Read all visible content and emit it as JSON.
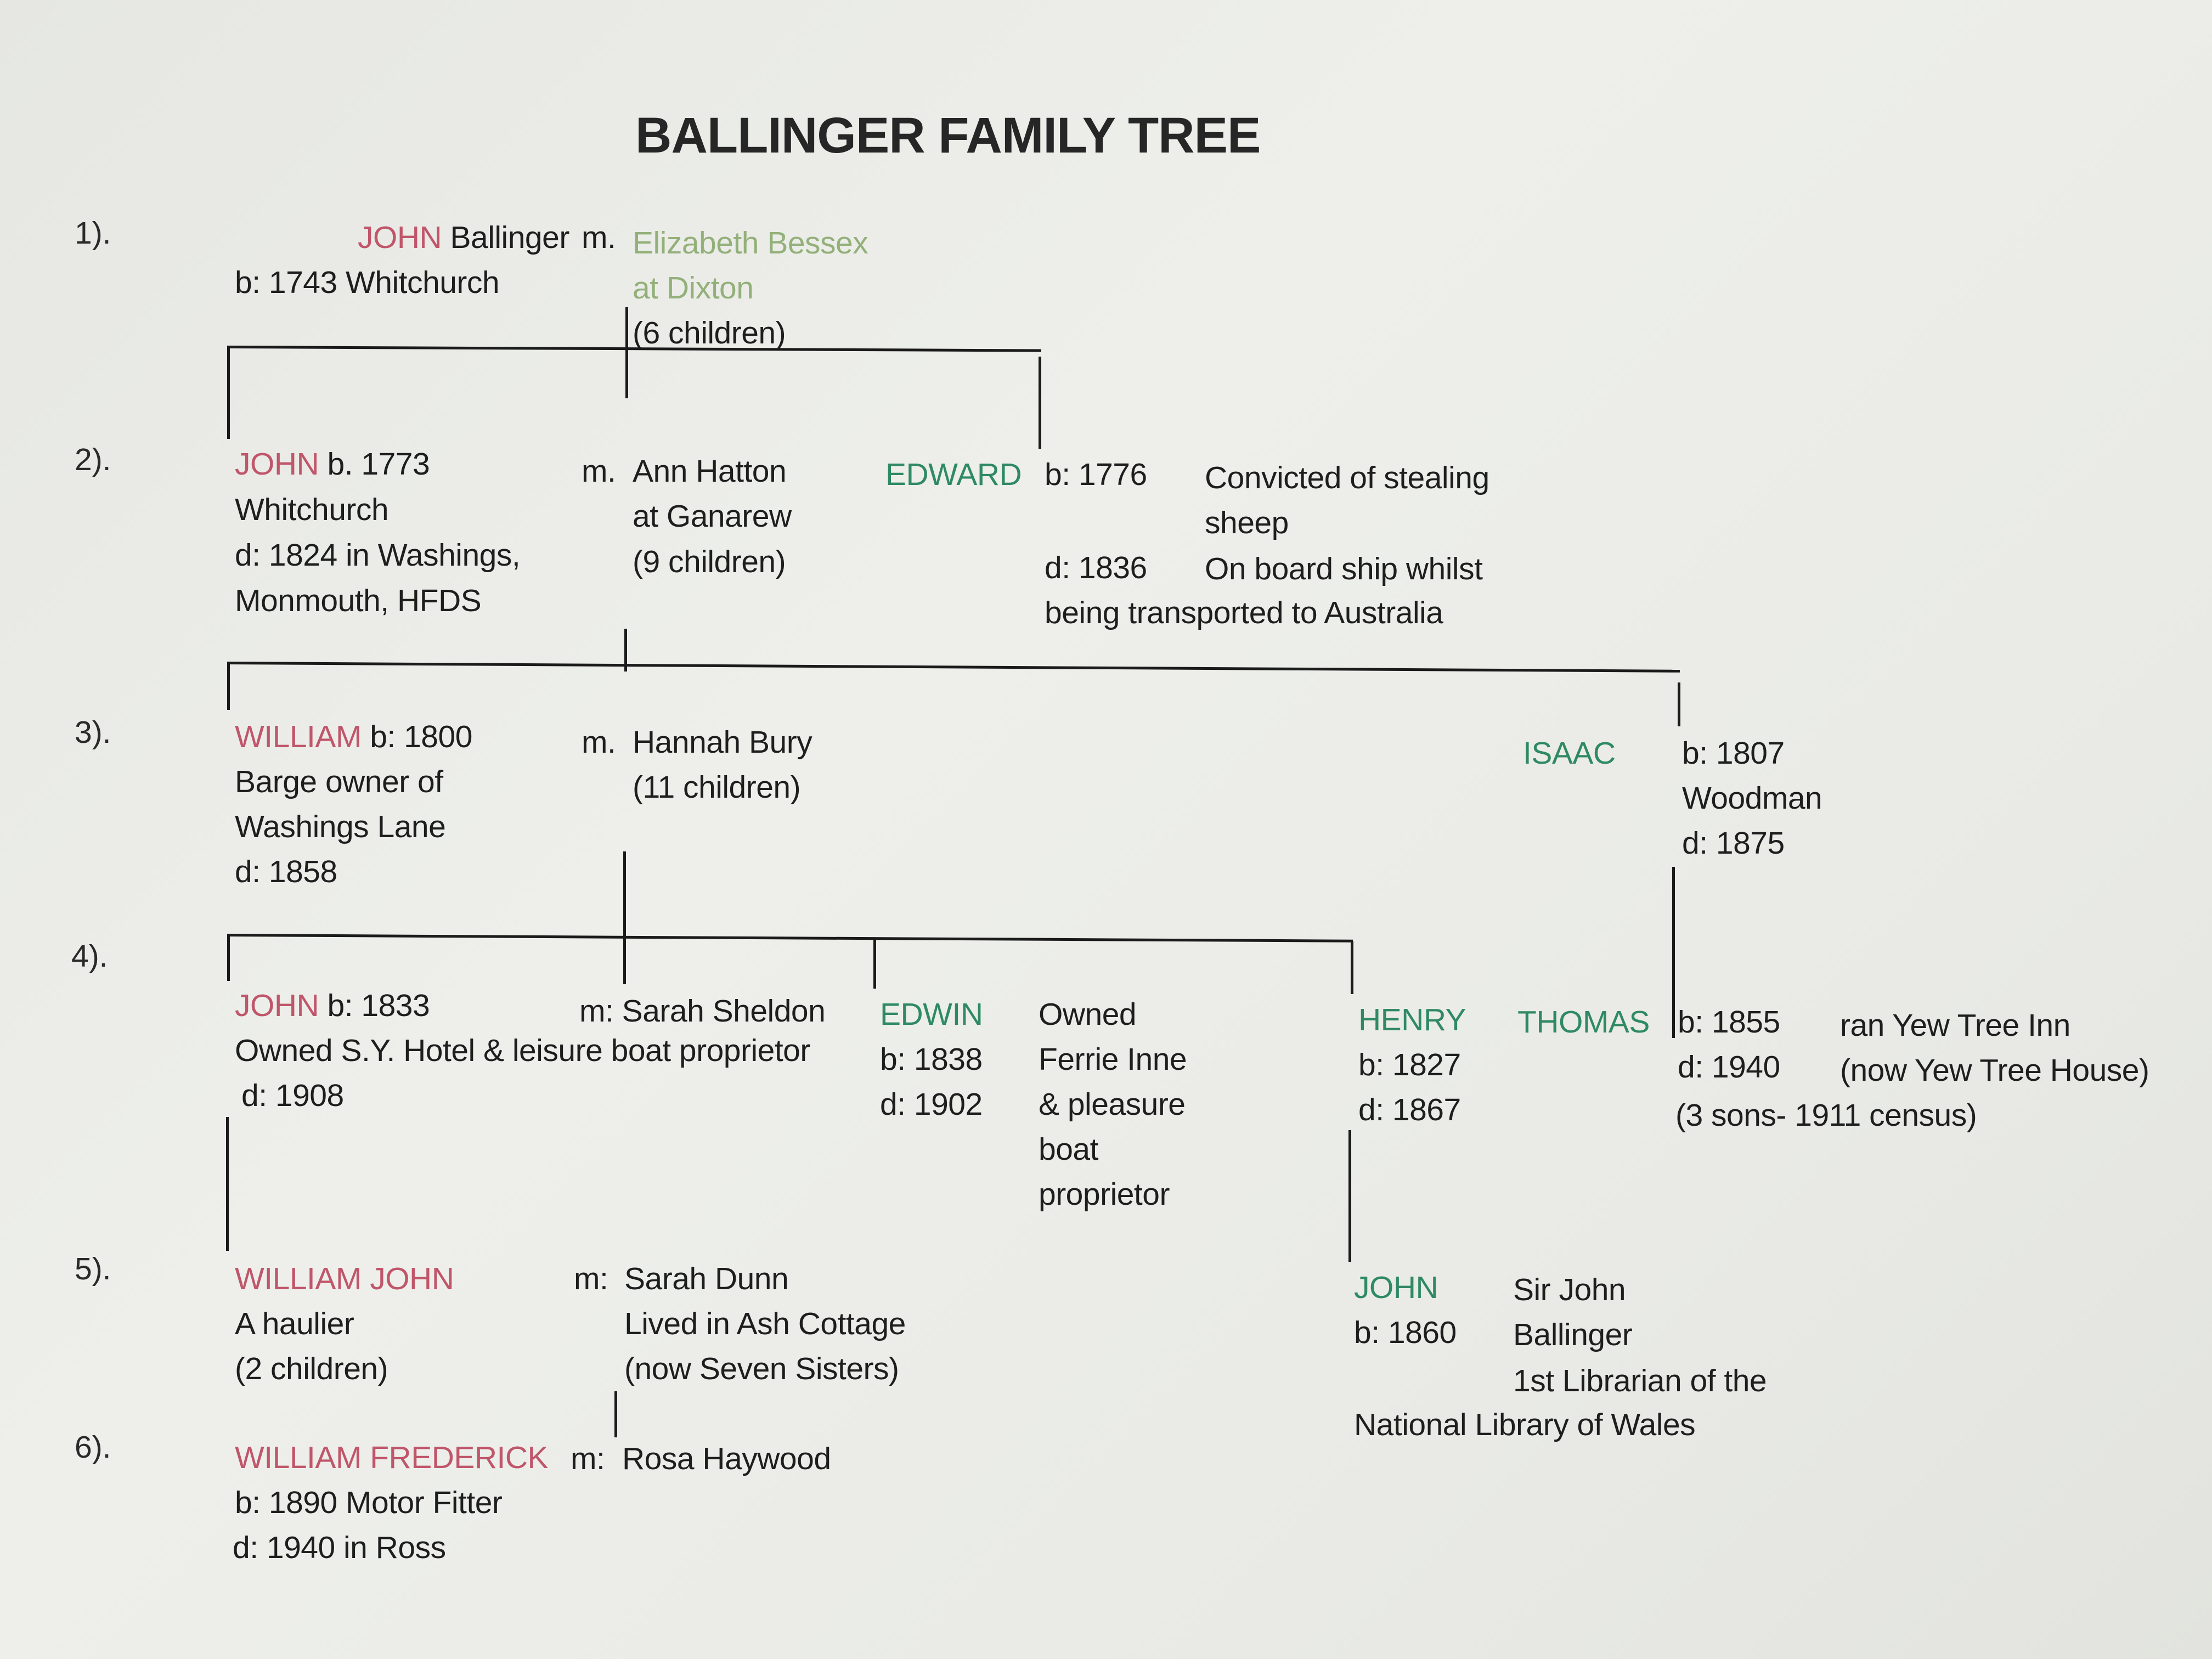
{
  "document": {
    "title": "BALLINGER FAMILY TREE",
    "colors": {
      "direct_line": "#c0566a",
      "sibling": "#2f8a63",
      "spouse_gen1": "#93b07a",
      "text": "#1e1e1e",
      "paper": "#eaebe7"
    },
    "generations": [
      {
        "label": "1).",
        "person": {
          "name": "JOHN",
          "surname": "Ballinger",
          "born": "b: 1743 Whitchurch"
        },
        "marriage": {
          "prefix": "m.",
          "spouse": "Elizabeth Bessex",
          "place": "at Dixton",
          "children": "(6 children)"
        }
      },
      {
        "label": "2).",
        "person": {
          "name": "JOHN",
          "born": "b. 1773",
          "lines": [
            "Whitchurch",
            "d: 1824 in Washings,",
            "Monmouth, HFDS"
          ]
        },
        "marriage": {
          "prefix": "m.",
          "spouse": "Ann Hatton",
          "place": "at Ganarew",
          "children": "(9 children)"
        },
        "sibling": {
          "name": "EDWARD",
          "born": "b: 1776",
          "died": "d: 1836",
          "notes": [
            "Convicted of stealing",
            "sheep",
            "On board ship whilst",
            "being transported to Australia"
          ]
        }
      },
      {
        "label": "3).",
        "person": {
          "name": "WILLIAM",
          "born": "b: 1800",
          "lines": [
            "Barge owner of",
            "Washings Lane",
            "d: 1858"
          ]
        },
        "marriage": {
          "prefix": "m.",
          "spouse": "Hannah Bury",
          "children": "(11 children)"
        },
        "sibling": {
          "name": "ISAAC",
          "born": "b: 1807",
          "occupation": "Woodman",
          "died": "d: 1875"
        }
      },
      {
        "label": "4).",
        "person": {
          "name": "JOHN",
          "born": "b: 1833",
          "lines": [
            "Owned S.Y. Hotel & leisure boat proprietor",
            "d: 1908"
          ]
        },
        "marriage": {
          "prefix": "m:",
          "spouse": "Sarah Sheldon"
        },
        "siblings": [
          {
            "name": "EDWIN",
            "born": "b: 1838",
            "died": "d: 1902",
            "notes": [
              "Owned",
              "Ferrie Inne",
              "& pleasure",
              "boat",
              "proprietor"
            ]
          },
          {
            "name": "HENRY",
            "born": "b: 1827",
            "died": "d: 1867"
          }
        ],
        "cousin": {
          "name": "THOMAS",
          "born": "b: 1855",
          "died": "d: 1940",
          "notes": [
            "ran Yew Tree Inn",
            "(now Yew Tree House)",
            "(3 sons- 1911 census)"
          ]
        }
      },
      {
        "label": "5).",
        "person": {
          "name": "WILLIAM JOHN",
          "lines": [
            "A haulier",
            "(2 children)"
          ]
        },
        "marriage": {
          "prefix": "m:",
          "spouse": "Sarah Dunn",
          "lines": [
            "Lived in Ash Cottage",
            "(now Seven Sisters)"
          ]
        },
        "cousin": {
          "name": "JOHN",
          "born": "b: 1860",
          "notes": [
            "Sir John",
            "Ballinger",
            "1st Librarian of the",
            "National Library of Wales"
          ]
        }
      },
      {
        "label": "6).",
        "person": {
          "name": "WILLIAM FREDERICK",
          "lines": [
            "b: 1890  Motor Fitter",
            "d: 1940 in Ross"
          ]
        },
        "marriage": {
          "prefix": "m:",
          "spouse": "Rosa Haywood"
        }
      }
    ]
  }
}
